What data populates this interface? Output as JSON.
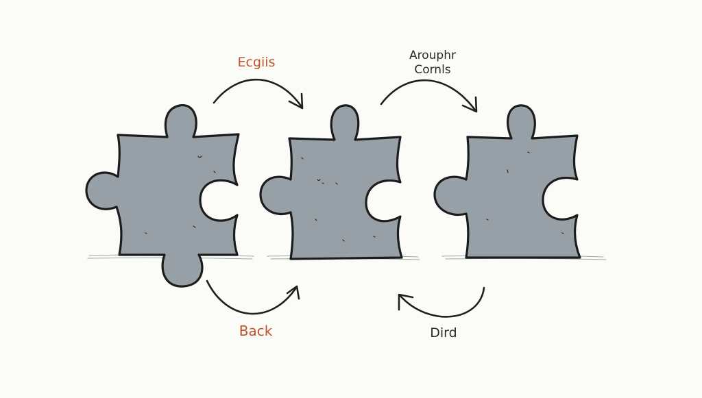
{
  "colors": {
    "background": "#fbfbf8",
    "piece_fill": "#97a0a6",
    "outline": "#1c1c1c",
    "label_orange": "#c0532a",
    "label_dark": "#2a2a2a"
  },
  "pieces": [
    {
      "name": "puzzle-piece-1",
      "icon": "puzzle-piece-icon"
    },
    {
      "name": "puzzle-piece-2",
      "icon": "puzzle-piece-icon"
    },
    {
      "name": "puzzle-piece-3",
      "icon": "puzzle-piece-icon"
    }
  ],
  "labels": {
    "top_left": "Ecgiis",
    "top_right_line1": "Arouphr",
    "top_right_line2": "Cornls",
    "bottom_left": "Back",
    "bottom_right": "Dird"
  },
  "arrows": [
    {
      "name": "arrow-piece1-to-piece2-top",
      "direction": "clockwise"
    },
    {
      "name": "arrow-piece2-to-piece3-top",
      "direction": "clockwise"
    },
    {
      "name": "arrow-piece1-to-piece2-bottom",
      "direction": "counterclockwise"
    },
    {
      "name": "arrow-piece3-to-piece2-bottom",
      "direction": "clockwise"
    }
  ]
}
